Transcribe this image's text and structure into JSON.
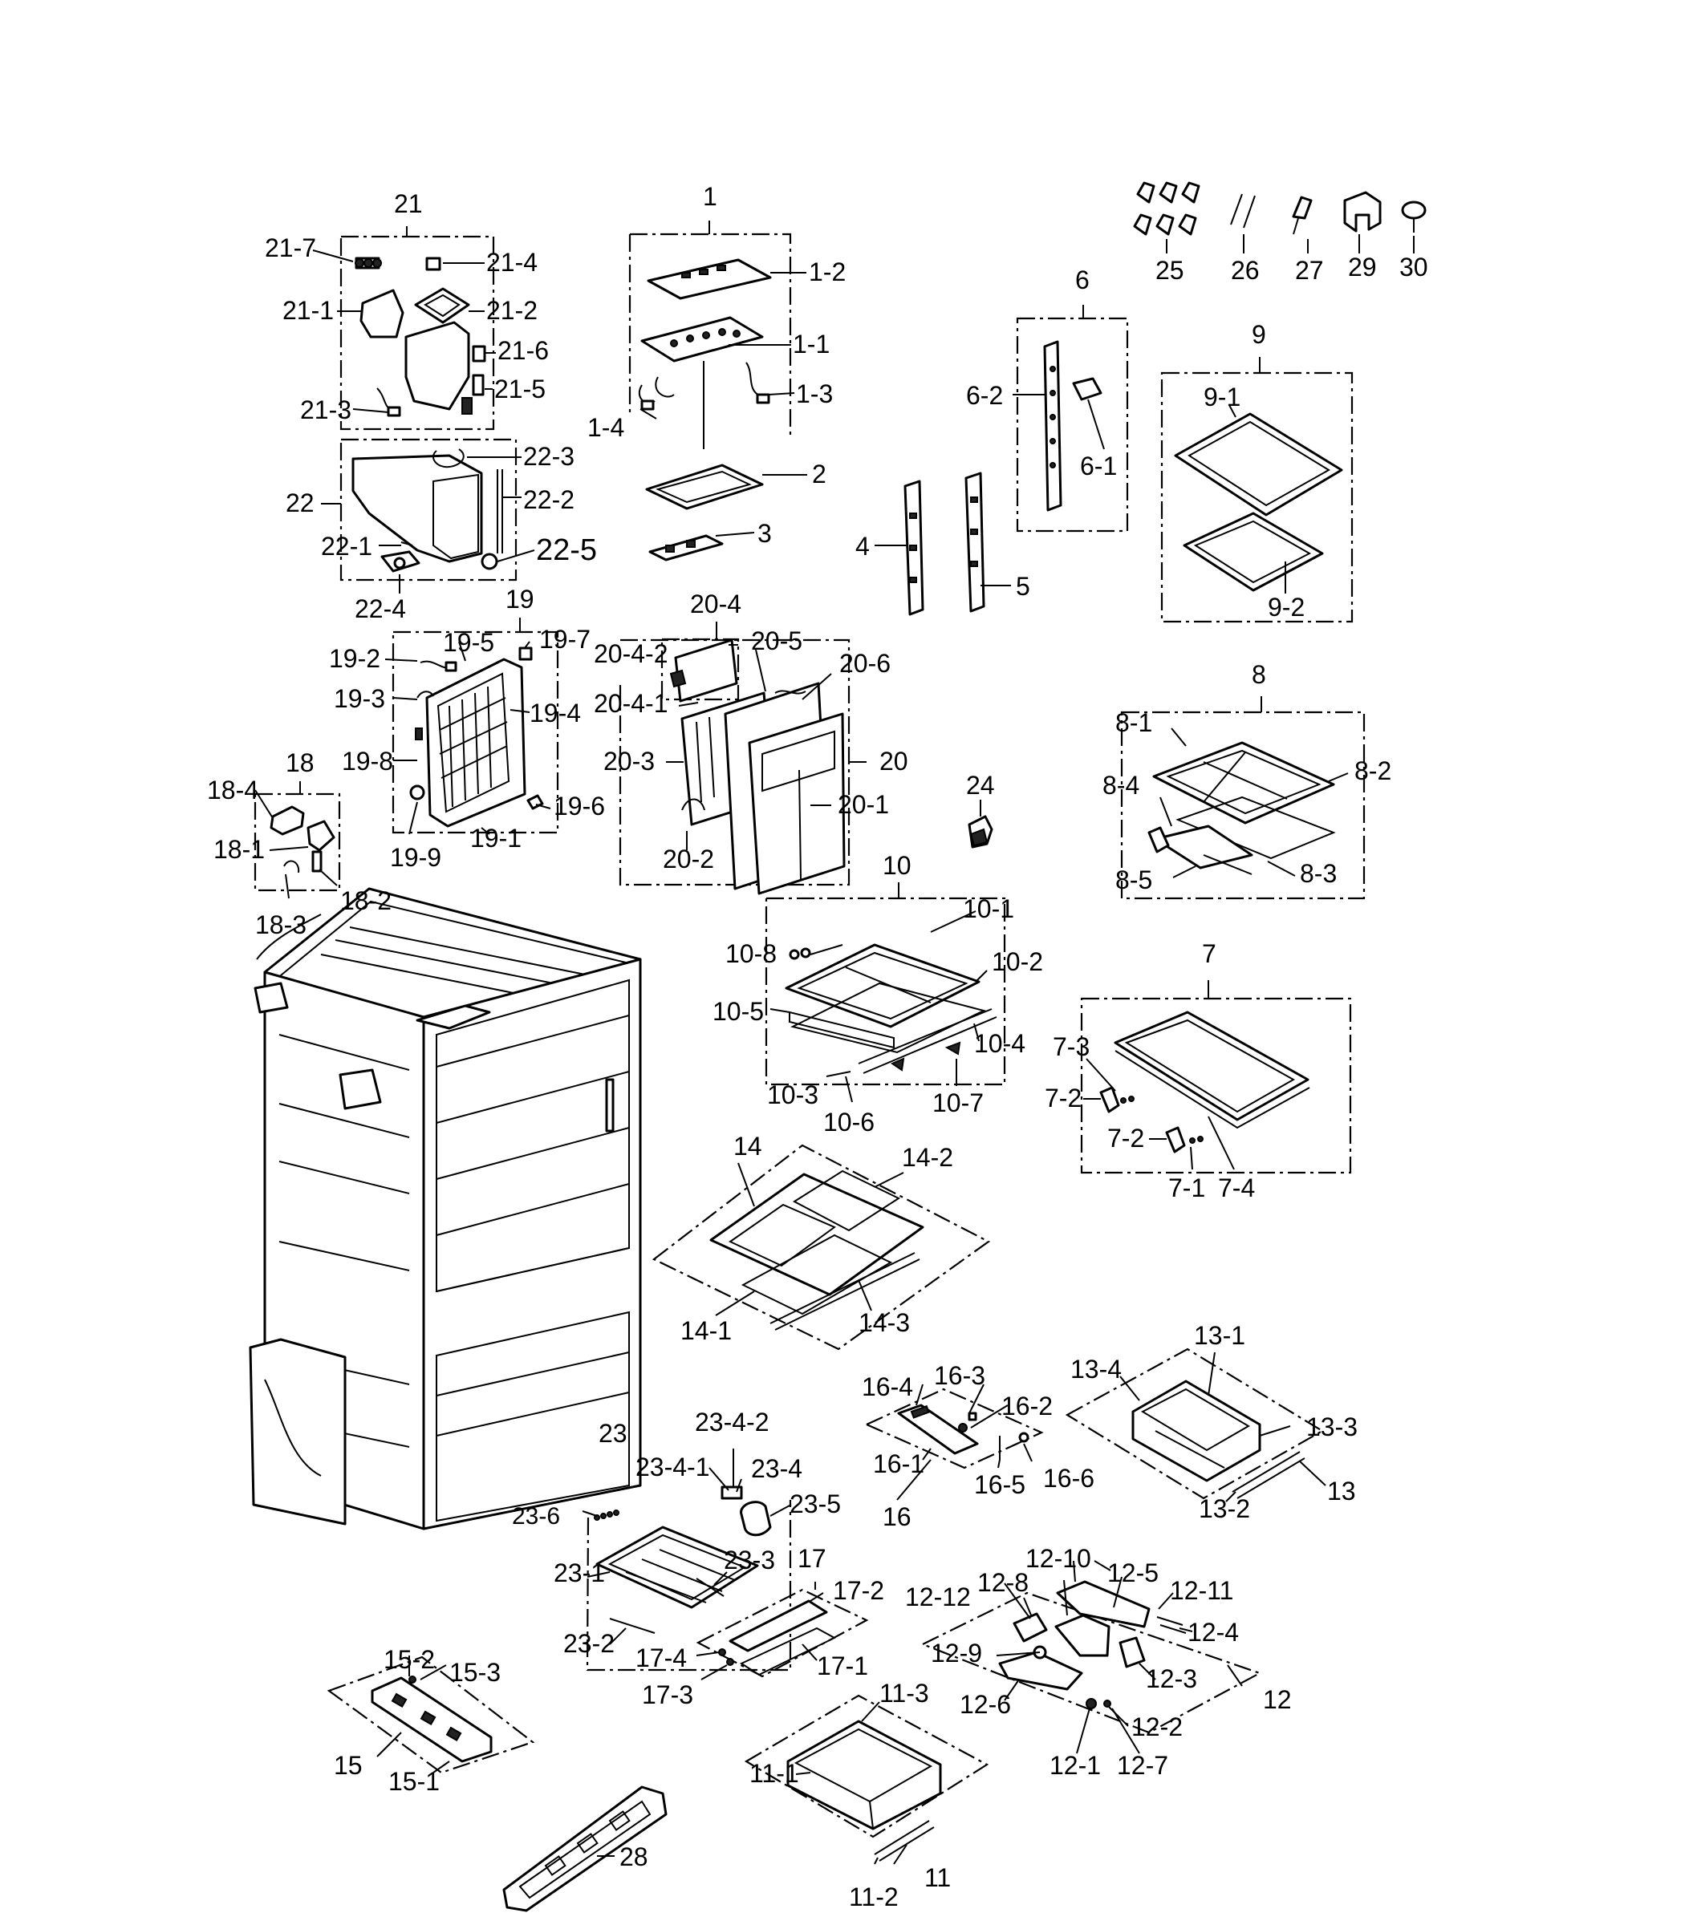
{
  "labels": {
    "l21": "21",
    "l21_7": "21-7",
    "l21_4": "21-4",
    "l21_1": "21-1",
    "l21_2": "21-2",
    "l21_6": "21-6",
    "l21_5": "21-5",
    "l21_3": "21-3",
    "l22": "22",
    "l22_3": "22-3",
    "l22_2": "22-2",
    "l22_1": "22-1",
    "l22_5": "22-5",
    "l22_4": "22-4",
    "l1": "1",
    "l1_2": "1-2",
    "l1_1": "1-1",
    "l1_3": "1-3",
    "l1_4": "1-4",
    "l2": "2",
    "l3": "3",
    "l4": "4",
    "l5": "5",
    "l6": "6",
    "l6_2": "6-2",
    "l6_1": "6-1",
    "l9": "9",
    "l9_1": "9-1",
    "l9_2": "9-2",
    "l25": "25",
    "l26": "26",
    "l27": "27",
    "l29": "29",
    "l30": "30",
    "l19": "19",
    "l19_2": "19-2",
    "l19_5": "19-5",
    "l19_7": "19-7",
    "l19_3": "19-3",
    "l19_4": "19-4",
    "l19_8": "19-8",
    "l19_6": "19-6",
    "l19_1": "19-1",
    "l19_9": "19-9",
    "l20_4": "20-4",
    "l20_4_2": "20-4-2",
    "l20_5": "20-5",
    "l20_6": "20-6",
    "l20_4_1": "20-4-1",
    "l20_3": "20-3",
    "l20": "20",
    "l20_1": "20-1",
    "l20_2": "20-2",
    "l18": "18",
    "l18_4": "18-4",
    "l18_1": "18-1",
    "l18_2": "18-2",
    "l18_3": "18-3",
    "l24": "24",
    "l8": "8",
    "l8_1": "8-1",
    "l8_2": "8-2",
    "l8_4": "8-4",
    "l8_3": "8-3",
    "l8_5": "8-5",
    "l10": "10",
    "l10_1": "10-1",
    "l10_8": "10-8",
    "l10_2": "10-2",
    "l10_5": "10-5",
    "l10_4": "10-4",
    "l10_3": "10-3",
    "l10_6": "10-6",
    "l10_7": "10-7",
    "l7": "7",
    "l7_3": "7-3",
    "l7_2a": "7-2",
    "l7_2b": "7-2",
    "l7_1": "7-1",
    "l7_4": "7-4",
    "l14": "14",
    "l14_2": "14-2",
    "l14_1": "14-1",
    "l14_3": "14-3",
    "l16_4": "16-4",
    "l16_3": "16-3",
    "l16_2": "16-2",
    "l16_1": "16-1",
    "l16_5": "16-5",
    "l16_6": "16-6",
    "l16": "16",
    "l13_1": "13-1",
    "l13_4": "13-4",
    "l13_3": "13-3",
    "l13": "13",
    "l13_2": "13-2",
    "l23": "23",
    "l23_4_2": "23-4-2",
    "l23_4_1": "23-4-1",
    "l23_4": "23-4",
    "l23_6": "23-6",
    "l23_5": "23-5",
    "l23_1": "23-1",
    "l23_3": "23-3",
    "l23_2": "23-2",
    "l17": "17",
    "l17_2": "17-2",
    "l17_4": "17-4",
    "l17_1": "17-1",
    "l17_3": "17-3",
    "l12_10": "12-10",
    "l12_5": "12-5",
    "l12_8": "12-8",
    "l12_12": "12-12",
    "l12_11": "12-11",
    "l12_4": "12-4",
    "l12_9": "12-9",
    "l12_3": "12-3",
    "l12": "12",
    "l12_6": "12-6",
    "l12_2": "12-2",
    "l12_1": "12-1",
    "l12_7": "12-7",
    "l15_2": "15-2",
    "l15_3": "15-3",
    "l15": "15",
    "l15_1": "15-1",
    "l11_3": "11-3",
    "l11_1": "11-1",
    "l11": "11",
    "l11_2": "11-2",
    "l28": "28"
  }
}
